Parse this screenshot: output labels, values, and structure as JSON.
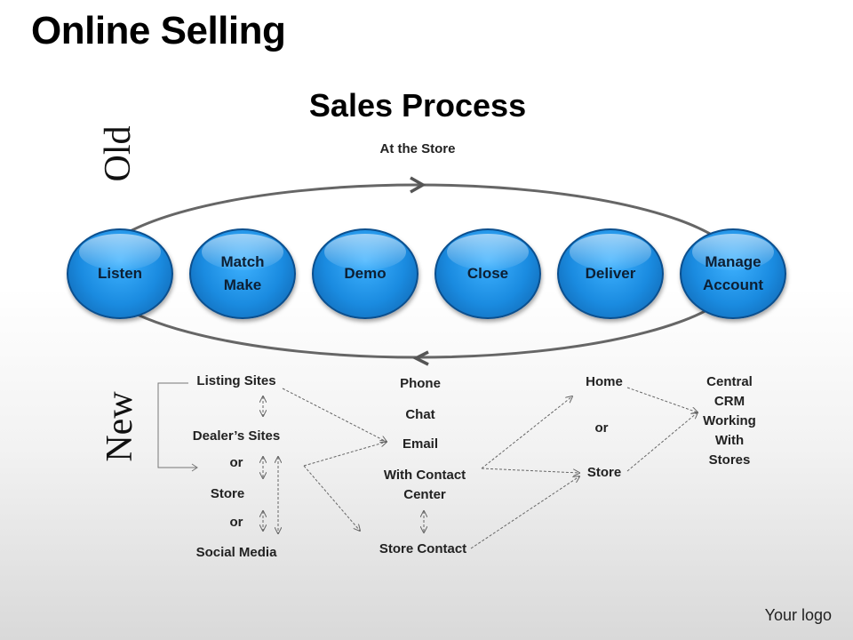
{
  "title": "Online Selling",
  "subtitle": "Sales Process",
  "old_label": "Old",
  "new_label": "New",
  "old_process": {
    "top_label": "At the Store",
    "steps": [
      "Listen",
      "Match\nMake",
      "Demo",
      "Close",
      "Deliver",
      "Manage\nAccount"
    ]
  },
  "new_process": {
    "col1": [
      "Listing Sites",
      "Dealer’s Sites",
      "or",
      "Store",
      "or",
      "Social Media"
    ],
    "col2": [
      "Phone",
      "Chat",
      "Email",
      "With Contact",
      "Center",
      "Store Contact"
    ],
    "col3": [
      "Home",
      "or",
      "Store"
    ],
    "col4": [
      "Central",
      "CRM",
      "Working",
      "With",
      "Stores"
    ]
  },
  "logo": "Your logo",
  "colors": {
    "circle": "#1a8be0",
    "circle_border": "#0b4f8e",
    "ellipse": "#666666"
  }
}
